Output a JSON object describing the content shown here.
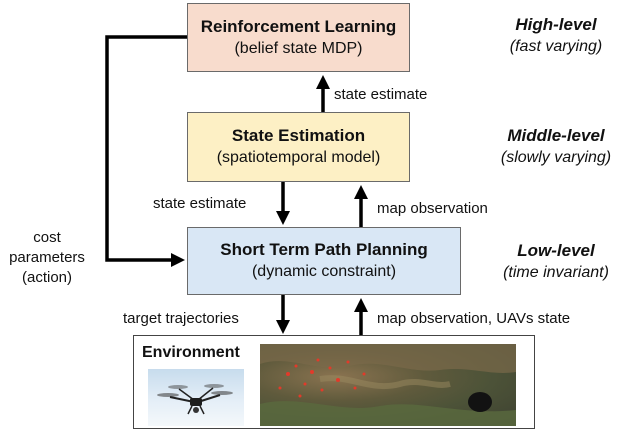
{
  "boxes": {
    "rl": {
      "title": "Reinforcement Learning",
      "subtitle": "(belief state MDP)"
    },
    "se": {
      "title": "State Estimation",
      "subtitle": "(spatiotemporal model)"
    },
    "sp": {
      "title": "Short Term Path Planning",
      "subtitle": "(dynamic constraint)"
    },
    "env": {
      "title": "Environment"
    }
  },
  "levels": {
    "high": {
      "heading": "High-level",
      "desc": "(fast varying)"
    },
    "middle": {
      "heading": "Middle-level",
      "desc": "(slowly varying)"
    },
    "low": {
      "heading": "Low-level",
      "desc": "(time invariant)"
    }
  },
  "edges": {
    "se_to_rl": "state estimate",
    "se_to_sp": "state estimate",
    "sp_to_se": "map observation",
    "sp_to_env": "target trajectories",
    "env_to_sp": "map observation, UAVs state",
    "rl_to_sp": [
      "cost",
      "parameters",
      "(action)"
    ]
  },
  "images": [
    "drone-photo",
    "satellite-map"
  ],
  "colors": {
    "rl_fill": "#f8dccd",
    "se_fill": "#fdf0c5",
    "sp_fill": "#d9e7f5",
    "arrow": "#000000"
  }
}
